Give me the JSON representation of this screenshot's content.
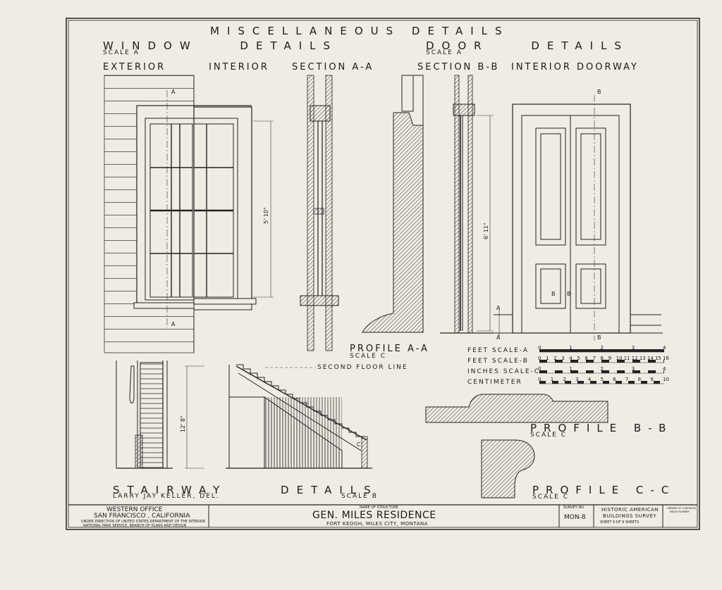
{
  "title": "MISCELLANEOUS DETAILS",
  "window": {
    "heading": "WINDOW DETAILS",
    "scale": "SCALE A",
    "labels": [
      "EXTERIOR",
      "INTERIOR",
      "SECTION A-A"
    ],
    "height_dim": "5' 10\""
  },
  "door": {
    "heading": "DOOR DETAILS",
    "scale": "SCALE A",
    "labels": [
      "SECTION B-B",
      "INTERIOR DOORWAY"
    ],
    "height_dim": "6' 11\""
  },
  "profile_aa": {
    "title": "PROFILE A-A",
    "scale": "SCALE C"
  },
  "profile_bb": {
    "title": "PROFILE B-B",
    "scale": "SCALE C"
  },
  "profile_cc": {
    "title": "PROFILE C-C",
    "scale": "SCALE C"
  },
  "section_marks": {
    "a": "A",
    "b": "B",
    "c": "C"
  },
  "stair": {
    "heading": "STAIRWAY DETAILS",
    "scale": "SCALE B",
    "delineator": "LARRY JAY KELLER, DEL.",
    "height_dim": "12' 8\"",
    "second_floor": "SECOND FLOOR LINE"
  },
  "scales": [
    {
      "label": "FEET SCALE-A",
      "ticks": [
        "0",
        "1",
        "2",
        "3",
        "4"
      ]
    },
    {
      "label": "FEET SCALE-B",
      "ticks": [
        "0",
        "1",
        "2",
        "3",
        "4",
        "5",
        "6",
        "7",
        "8",
        "9",
        "10",
        "11",
        "12",
        "13",
        "14",
        "15",
        "16"
      ]
    },
    {
      "label": "INCHES SCALE-C",
      "ticks": [
        "0",
        "1",
        "2",
        "3",
        "4"
      ]
    },
    {
      "label": "CENTIMETER",
      "ticks": [
        "0",
        "1",
        "2",
        "3",
        "4",
        "5",
        "6",
        "7",
        "8",
        "9",
        "10"
      ]
    }
  ],
  "title_block": {
    "office": "WESTERN OFFICE",
    "city": "SAN FRANCISCO , CALIFORNIA",
    "direction_1": "UNDER DIRECTION OF UNITED STATES DEPARTMENT OF THE INTERIOR",
    "direction_2": "NATIONAL PARK SERVICE, BRANCH OF PLANS AND DESIGN",
    "structure_label": "NAME OF STRUCTURE",
    "structure": "GEN. MILES RESIDENCE",
    "location": "FORT KEOGH, MILES CITY, MONTANA",
    "survey_label": "SURVEY NO.",
    "survey": "MON-8",
    "habs_1": "HISTORIC AMERICAN",
    "habs_2": "BUILDINGS SURVEY",
    "sheet": "SHEET 9 OF 9 SHEETS",
    "loc_1": "LIBRARY OF CONGRESS",
    "loc_2": "IMAGE NUMBER"
  }
}
